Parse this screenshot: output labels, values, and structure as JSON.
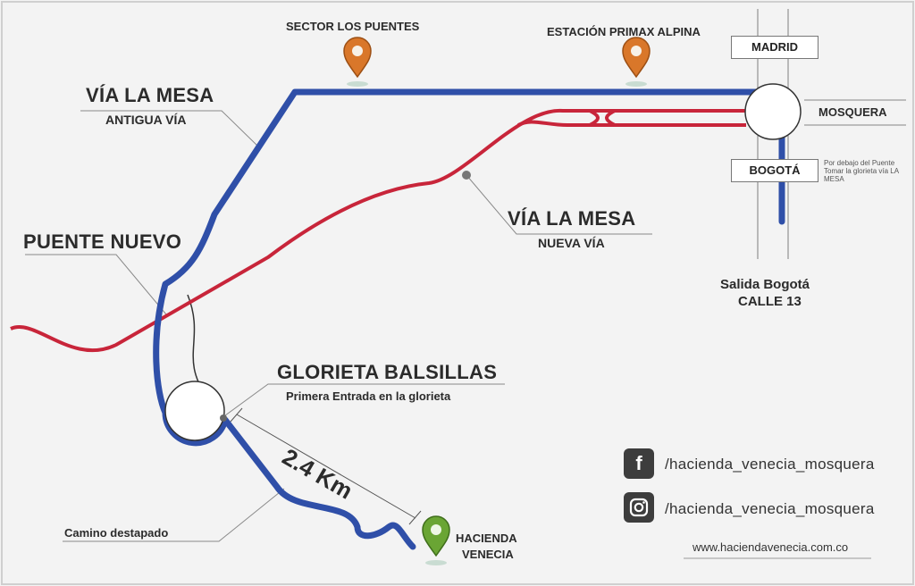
{
  "places": {
    "via_la_mesa_old": {
      "title": "VÍA LA MESA",
      "subtitle": "ANTIGUA VÍA"
    },
    "via_la_mesa_new": {
      "title": "VÍA LA MESA",
      "subtitle": "NUEVA VÍA"
    },
    "puente_nuevo": "PUENTE NUEVO",
    "glorieta": {
      "title": "GLORIETA BALSILLAS",
      "subtitle": "Primera Entrada en la glorieta"
    },
    "distance": "2.4 Km",
    "camino": "Camino destapado",
    "hacienda": {
      "line1": "HACIENDA",
      "line2": "VENECIA"
    },
    "sector": "SECTOR LOS PUENTES",
    "estacion": "ESTACIÓN PRIMAX ALPINA",
    "salida": {
      "line1": "Salida Bogotá",
      "line2": "CALLE 13"
    },
    "note": "Por debajo del Puente Tomar la glorieta vía LA MESA"
  },
  "roads": {
    "madrid": "MADRID",
    "mosquera": "MOSQUERA",
    "bogota": "BOGOTÁ"
  },
  "social": {
    "facebook_icon": "facebook-icon",
    "facebook_handle": "/hacienda_venecia_mosquera",
    "instagram_icon": "instagram-icon",
    "instagram_handle": "/hacienda_venecia_mosquera",
    "website": "www.haciendavenecia.com.co"
  },
  "colors": {
    "blue_route": "#2f4fa8",
    "red_route": "#c8253a",
    "pin_orange": "#d9772a",
    "pin_green": "#6aa534"
  }
}
